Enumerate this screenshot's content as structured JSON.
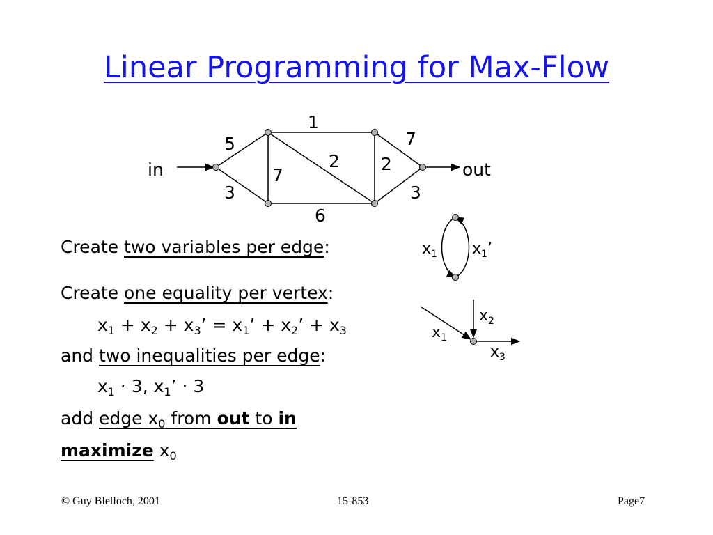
{
  "title": "Linear Programming for Max-Flow",
  "graph": {
    "in_label": "in",
    "out_label": "out",
    "edge_labels": {
      "in_top": "5",
      "in_bottom": "3",
      "top": "1",
      "bottom": "6",
      "left_vertical": "7",
      "diagonal": "2",
      "right_vertical": "2",
      "out_top": "7",
      "out_bottom": "3"
    }
  },
  "lines": {
    "l1_prefix": "Create ",
    "l1_link": "two variables per edge",
    "l1_suffix": ":",
    "l2_prefix": "Create ",
    "l2_link": "one equality per vertex",
    "l2_suffix": ":",
    "eq": {
      "x": "x",
      "s1": "1",
      "plus1": " + x",
      "s2": "2",
      "plus2": " + x",
      "s3": "3",
      "prime_eq": "’ = x",
      "s4": "1",
      "prime_plus": "’ + x",
      "s5": "2",
      "prime_plus2": "’ + x",
      "s6": "3"
    },
    "l4_prefix": "and ",
    "l4_link": "two inequalities per edge",
    "l4_suffix": ":",
    "ineq": {
      "x": "x",
      "s1": "1",
      "mid": " · 3,  x",
      "s2": "1",
      "end": "’ · 3"
    },
    "l6_prefix": "add ",
    "l6_link_a": "edge x",
    "l6_sub": "0",
    "l6_link_b": " from ",
    "l6_out": "out",
    "l6_to": " to ",
    "l6_in": "in",
    "l7_bold": "maximize",
    "l7_x": " x",
    "l7_sub": "0"
  },
  "side_diagrams": {
    "pair": {
      "x1": "x",
      "x1_sub": "1",
      "x1p": "x",
      "x1p_sub": "1",
      "x1p_prime": "’"
    },
    "vertex": {
      "x1": "x",
      "x1_sub": "1",
      "x2": "x",
      "x2_sub": "2",
      "x3": "x",
      "x3_sub": "3"
    }
  },
  "footer": {
    "left": "© Guy Blelloch, 2001",
    "center": "15-853",
    "right": "Page7"
  }
}
